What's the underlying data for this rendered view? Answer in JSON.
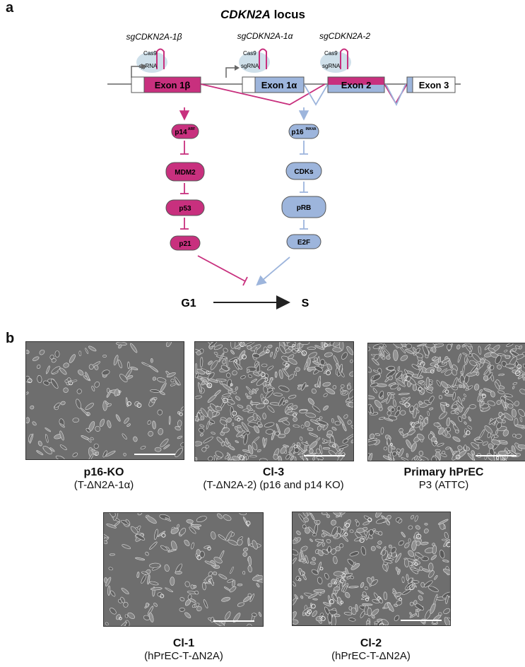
{
  "panel_a": {
    "letter": "a",
    "title_italic": "CDKN2A",
    "title_rest": " locus",
    "guides": [
      "sgCDKN2A-1β",
      "sgCDKN2A-1α",
      "sgCDKN2A-2"
    ],
    "cas9_label": "Cas9",
    "sgrna_label": "sgRNA",
    "exons": [
      "Exon 1β",
      "Exon 1α",
      "Exon 2",
      "Exon 3"
    ],
    "left_pathway": [
      "p14",
      "MDM2",
      "p53",
      "p21"
    ],
    "left_sup": "ARF",
    "right_pathway": [
      "p16",
      "CDKs",
      "pRB",
      "E2F"
    ],
    "right_sup": "INK4A",
    "phase_start": "G1",
    "phase_end": "S",
    "colors": {
      "magenta": "#c8307e",
      "blue": "#9db5dc",
      "dark": "#222222"
    }
  },
  "panel_b": {
    "letter": "b",
    "images": [
      {
        "title": "p16-KO",
        "subtitle": "(T-ΔN2A-1α)",
        "density": 140
      },
      {
        "title": "Cl-3",
        "subtitle": "(T-ΔN2A-2) (p16 and p14 KO)",
        "density": 380
      },
      {
        "title": "Primary hPrEC",
        "subtitle": "P3 (ATTC)",
        "density": 420
      },
      {
        "title": "Cl-1",
        "subtitle": "(hPrEC-T-ΔN2A)",
        "density": 160
      },
      {
        "title": "Cl-2",
        "subtitle": "(hPrEC-T-ΔN2A)",
        "density": 300
      }
    ]
  }
}
